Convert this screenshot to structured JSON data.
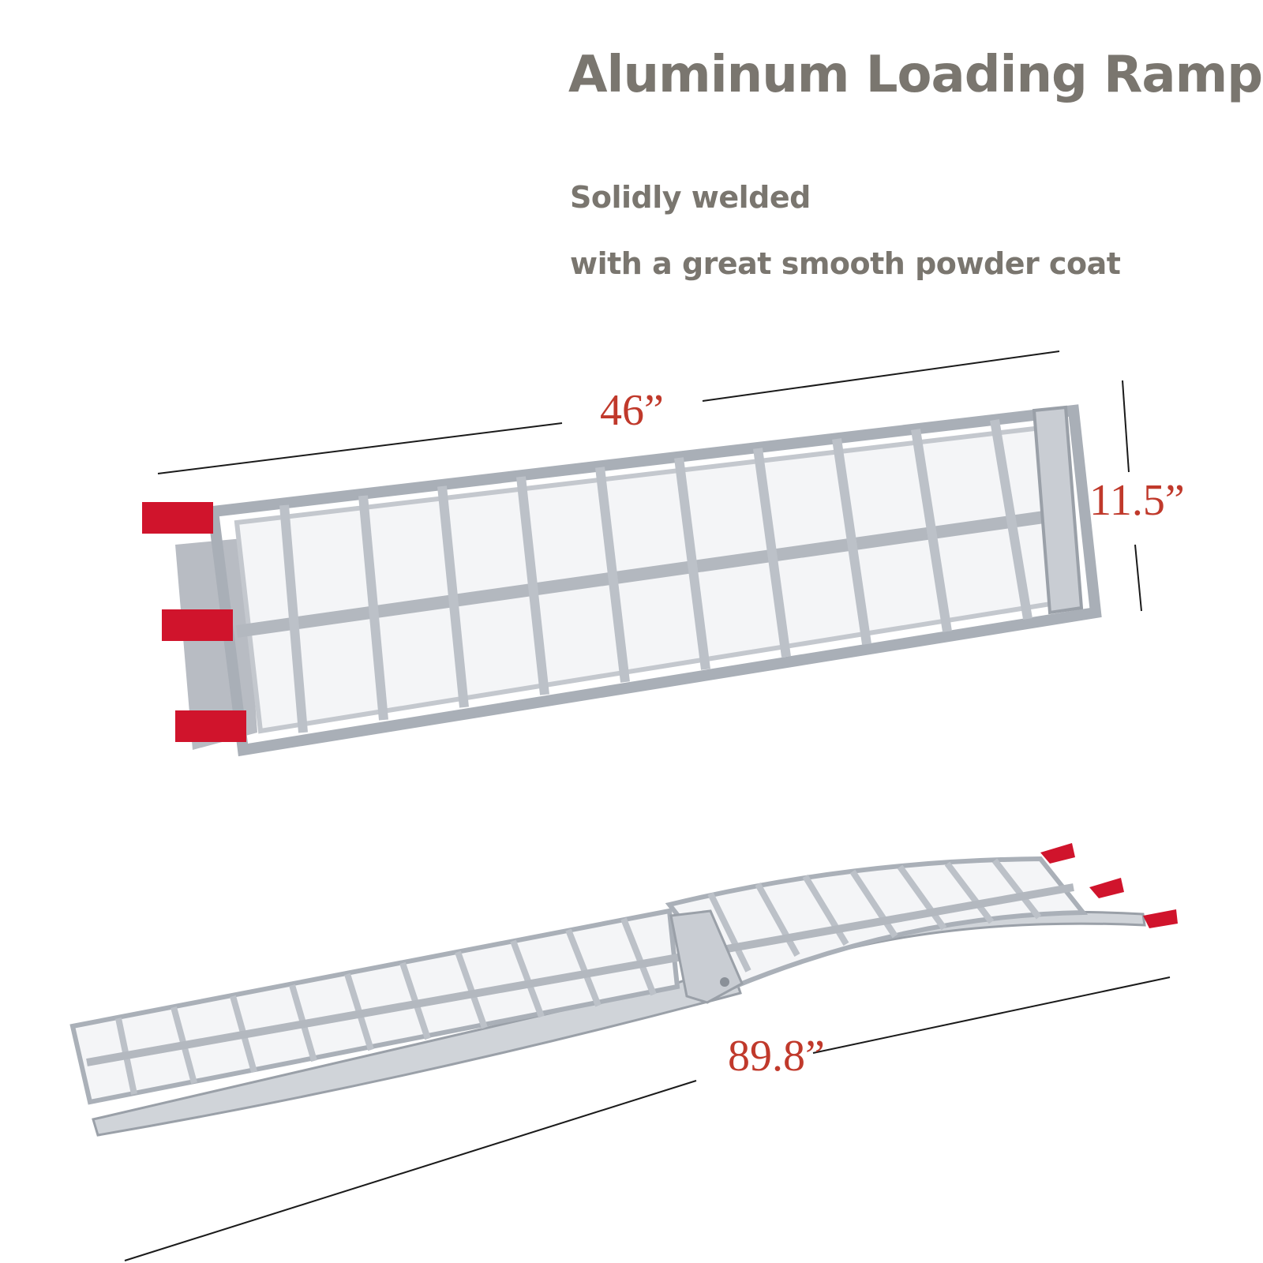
{
  "heading": {
    "title": "Aluminum Loading Ramps"
  },
  "features": {
    "line1": "Solidly welded",
    "line2": "with a great smooth powder coat"
  },
  "dimensions": {
    "length_folded": "46”",
    "width": "11.5”",
    "length_unfolded": "89.8”"
  },
  "colors": {
    "heading_text": "#7a766f",
    "dimension_text": "#c0392b",
    "dimension_line": "#1a1a1a",
    "aluminum": "#d6d9de",
    "aluminum_dark": "#9aa0a8",
    "tip_red": "#d0142c"
  }
}
